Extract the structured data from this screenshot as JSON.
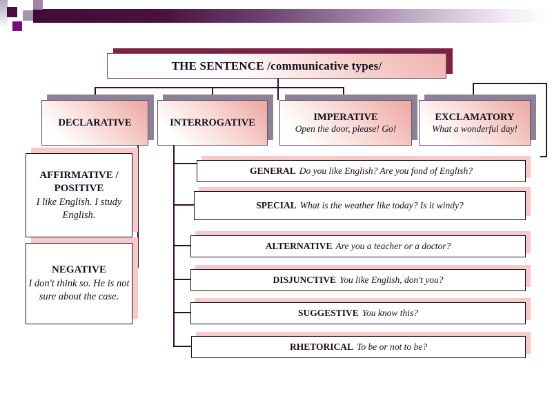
{
  "slide": {
    "title": "THE SENTENCE /communicative types/"
  },
  "main_types": [
    {
      "label": "DECLARATIVE",
      "example": ""
    },
    {
      "label": "INTERROGATIVE",
      "example": ""
    },
    {
      "label": "IMPERATIVE",
      "example": "Open the door, please! Go!"
    },
    {
      "label": "EXCLAMATORY",
      "example": "What a wonderful day!"
    }
  ],
  "declarative_subtypes": [
    {
      "label": "AFFIRMATIVE / POSITIVE",
      "example": "I like English. I study English."
    },
    {
      "label": "NEGATIVE",
      "example": "I don't think so. He is not sure about the case."
    }
  ],
  "interrogative_subtypes": [
    {
      "label": "GENERAL",
      "example": "Do you like English? Are you fond of English?"
    },
    {
      "label": "SPECIAL",
      "example": "What is the weather like today? Is it windy?"
    },
    {
      "label": "ALTERNATIVE",
      "example": "Are you a teacher or a doctor?"
    },
    {
      "label": "DISJUNCTIVE",
      "example": "You like English, don't you?"
    },
    {
      "label": "SUGGESTIVE",
      "example": "You know this?"
    },
    {
      "label": "RHETORICAL",
      "example": "To be or not to be?"
    }
  ],
  "colors": {
    "title_shadow_maroon": "#7d2245",
    "main_box_shadow_gray": "#8d8198",
    "white_box_shadow_pink": "#f7c9ca",
    "connector_line": "#310a33",
    "box_gradient_pink": "#eca7a2",
    "decoration_bar_dark_purple": "#400b3a",
    "decoration_square_maroon": "#4a0e3c",
    "decoration_square_magenta": "#7a0d7a",
    "decoration_square_lavender": "#a187a6",
    "decoration_square_gray": "#a396a8"
  }
}
